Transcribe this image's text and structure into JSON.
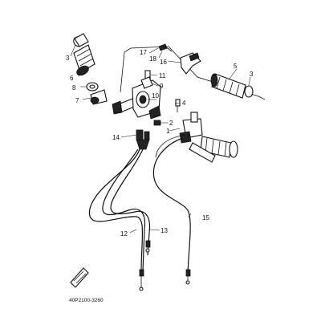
{
  "diagram": {
    "callouts": {
      "c3a": "3",
      "c6": "6",
      "c8": "8",
      "c7": "7",
      "c17": "17",
      "c18": "18",
      "c16": "16",
      "c5": "5",
      "c3b": "3",
      "c11": "11",
      "c9": "9",
      "c10": "10",
      "c4": "4",
      "c2": "2",
      "c1": "1",
      "c14": "14",
      "c15": "15",
      "c13": "13",
      "c12": "12"
    },
    "drawing_code": "40P2100-3260"
  }
}
